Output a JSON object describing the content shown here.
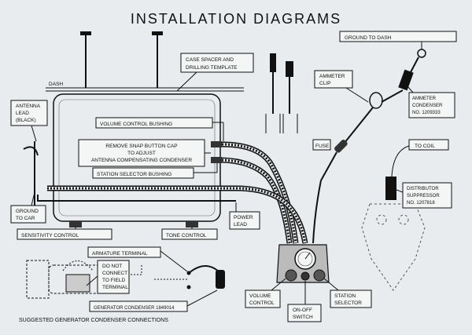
{
  "title": "INSTALLATION DIAGRAMS",
  "labels": {
    "dash_top": "DASH",
    "case_spacer_1": "CASE SPACER AND",
    "case_spacer_2": "DRILLING TEMPLATE",
    "ground_to_dash": "GROUND TO DASH",
    "antenna_lead_1": "ANTENNA",
    "antenna_lead_2": "LEAD",
    "antenna_lead_3": "(BLACK)",
    "volume_bushing": "VOLUME CONTROL BUSHING",
    "snap_cap_1": "REMOVE SNAP BUTTON CAP",
    "snap_cap_2": "TO ADJUST",
    "snap_cap_3": "ANTENNA COMPENSATING CONDENSER",
    "station_bushing": "STATION SELECTOR BUSHING",
    "ammeter_clip_1": "AMMETER",
    "ammeter_clip_2": "CLIP",
    "ammeter_cond_1": "AMMETER",
    "ammeter_cond_2": "CONDENSER",
    "ammeter_cond_3": "NO. 1209333",
    "fuse": "FUSE",
    "to_coil": "TO COIL",
    "dist_1": "DISTRIBUTOR",
    "dist_2": "SUPPRESSOR",
    "dist_3": "NO. 1207818",
    "ground_car_1": "GROUND",
    "ground_car_2": "TO CAR",
    "power_lead_1": "POWER",
    "power_lead_2": "LEAD",
    "sensitivity": "SENSITIVITY CONTROL",
    "tone": "TONE CONTROL",
    "armature": "ARMATURE TERMINAL",
    "no_connect_1": "DO NOT",
    "no_connect_2": "CONNECT",
    "no_connect_3": "TO FIELD",
    "no_connect_4": "TERMINAL",
    "gen_cond": "GENERATOR CONDENSER 1849014",
    "suggested": "SUGGESTED GENERATOR CONDENSER CONNECTIONS",
    "volume_control_1": "VOLUME",
    "volume_control_2": "CONTROL",
    "on_off_1": "ON-OFF",
    "on_off_2": "SWITCH",
    "station_sel_1": "STATION",
    "station_sel_2": "SELECTOR"
  }
}
